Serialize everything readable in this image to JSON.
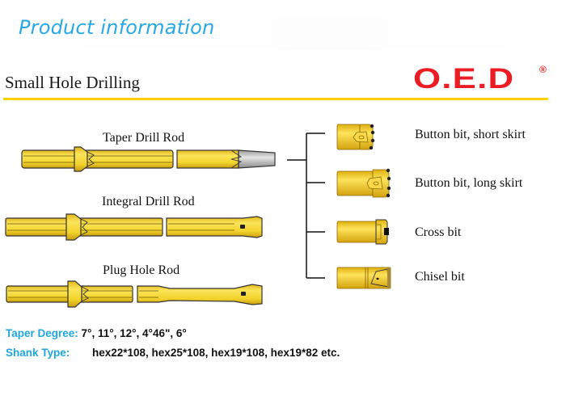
{
  "banner": {
    "title": "Product information"
  },
  "section": {
    "title": "Small Hole Drilling"
  },
  "logo": {
    "text": "O.E.D",
    "registered_mark": "®",
    "color": "#ec1c24"
  },
  "rods": [
    {
      "label": "Taper Drill Rod",
      "icon": "taper-drill-rod-icon"
    },
    {
      "label": "Integral Drill Rod",
      "icon": "integral-drill-rod-icon"
    },
    {
      "label": "Plug Hole Rod",
      "icon": "plug-hole-rod-icon"
    }
  ],
  "bits": [
    {
      "label": "Button bit, short skirt",
      "icon": "button-bit-short-skirt-icon"
    },
    {
      "label": "Button bit, long skirt",
      "icon": "button-bit-long-skirt-icon"
    },
    {
      "label": "Cross bit",
      "icon": "cross-bit-icon"
    },
    {
      "label": "Chisel bit",
      "icon": "chisel-bit-icon"
    }
  ],
  "specs": {
    "taper_degree": {
      "key": "Taper Degree:",
      "value": "7°, 11°, 12°,  4°46\", 6°"
    },
    "shank_type": {
      "key": "Shank Type:",
      "value": "hex22*108, hex25*108, hex19*108, hex19*82 etc."
    }
  },
  "colors": {
    "accent_blue": "#29a8e6",
    "rule_yellow": "#fbd105",
    "rod_yellow": "#f3d42c",
    "logo_red": "#ec1c24"
  }
}
